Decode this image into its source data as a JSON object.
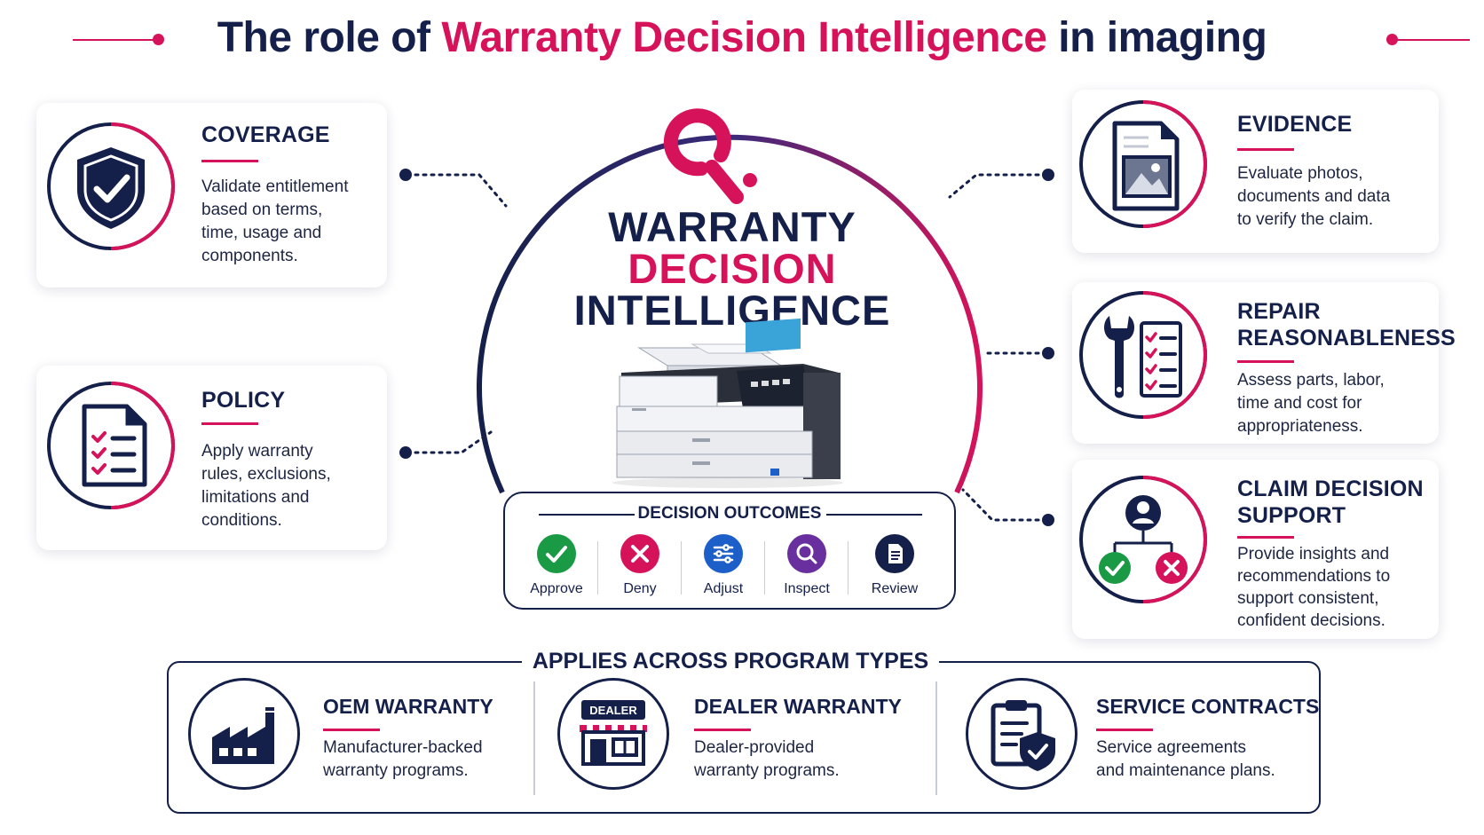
{
  "title": {
    "part1": "The role of ",
    "highlight": "Warranty Decision Intelligence",
    "part2": " in imaging"
  },
  "center": {
    "line1": "WARRANTY",
    "line2": "DECISION",
    "line3": "INTELLIGENCE",
    "device_icon": "multifunction-printer"
  },
  "cards": {
    "coverage": {
      "heading": "COVERAGE",
      "body": [
        "Validate entitlement",
        "based on terms,",
        "time, usage and",
        "components."
      ],
      "icon": "shield-check-icon"
    },
    "policy": {
      "heading": "POLICY",
      "body": [
        "Apply warranty",
        "rules, exclusions,",
        "limitations and",
        "conditions."
      ],
      "icon": "checklist-document-icon"
    },
    "evidence": {
      "heading": "EVIDENCE",
      "body": [
        "Evaluate photos,",
        "documents and data",
        "to verify the claim."
      ],
      "icon": "image-document-icon"
    },
    "repair": {
      "heading1": "REPAIR",
      "heading2": "REASONABLENESS",
      "body": [
        "Assess parts, labor,",
        "time and cost for",
        "appropriateness."
      ],
      "icon": "wrench-checklist-icon"
    },
    "claim": {
      "heading1": "CLAIM DECISION",
      "heading2": "SUPPORT",
      "body": [
        "Provide insights and",
        "recommendations to",
        "support consistent,",
        "confident decisions."
      ],
      "icon": "decision-tree-icon"
    }
  },
  "outcomes": {
    "heading": "DECISION OUTCOMES",
    "items": [
      {
        "label": "Approve",
        "icon": "check-icon",
        "color": "#1a9a45"
      },
      {
        "label": "Deny",
        "icon": "x-icon",
        "color": "#d6135a"
      },
      {
        "label": "Adjust",
        "icon": "sliders-icon",
        "color": "#1c5fc9"
      },
      {
        "label": "Inspect",
        "icon": "magnifier-icon",
        "color": "#6a2f9e"
      },
      {
        "label": "Review",
        "icon": "document-icon",
        "color": "#14204a"
      }
    ]
  },
  "programs": {
    "heading": "APPLIES ACROSS PROGRAM TYPES",
    "items": [
      {
        "heading": "OEM WARRANTY",
        "body": [
          "Manufacturer-backed",
          "warranty programs."
        ],
        "icon": "factory-icon"
      },
      {
        "heading": "DEALER WARRANTY",
        "body": [
          "Dealer-provided",
          "warranty programs."
        ],
        "icon": "dealer-store-icon",
        "sign": "DEALER"
      },
      {
        "heading": "SERVICE CONTRACTS",
        "body": [
          "Service agreements",
          "and maintenance plans."
        ],
        "icon": "clipboard-shield-icon"
      }
    ]
  },
  "colors": {
    "navy": "#14204a",
    "pink": "#d6135a"
  }
}
